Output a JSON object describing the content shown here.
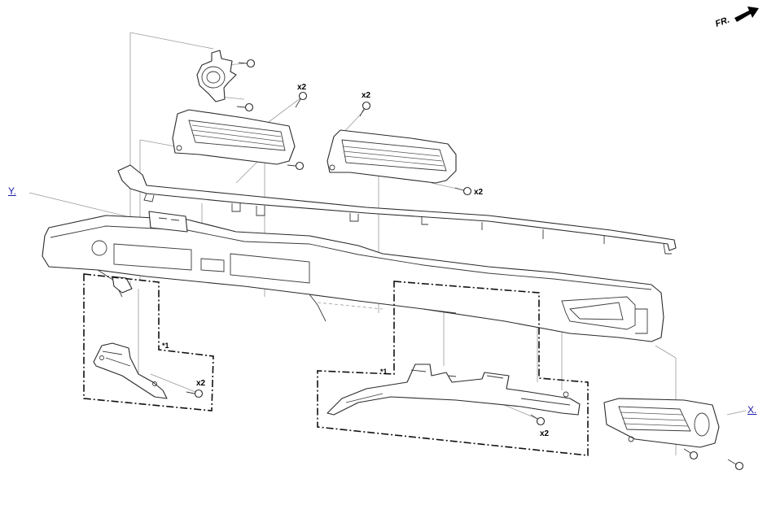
{
  "callouts": {
    "link_y": "Y.",
    "link_x": "X.",
    "front_indicator": "FR.",
    "qty_screw_cluster": "x2",
    "qty_screw_right_vent_top": "x2",
    "qty_screw_right_vent_side": "x2",
    "qty_screw_left_bracket": "x2",
    "qty_screw_center_bracket": "x2",
    "note_left_zone": "*1",
    "note_center_zone": "*1"
  },
  "colors": {
    "line": "#2a2a2a",
    "link": "#1a1aa6",
    "leader": "#9a9a9a"
  }
}
